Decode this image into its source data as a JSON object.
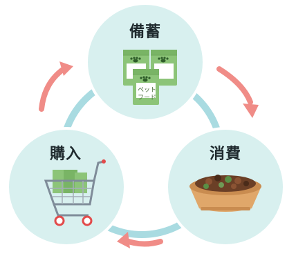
{
  "nodes": {
    "stockpile": {
      "label": "備蓄"
    },
    "consume": {
      "label": "消費"
    },
    "purchase": {
      "label": "購入"
    }
  },
  "bag": {
    "line1": "ペット",
    "line2": "フード"
  },
  "colors": {
    "circle_fill": "#d8f0ef",
    "ring": "#a9dbe1",
    "arrow": "#f08c87",
    "bag": "#8cc478",
    "bag_dark": "#6fa85c",
    "bowl": "#e0a76a"
  },
  "icons": [
    "pet-food-bags-icon",
    "food-bowl-icon",
    "shopping-cart-icon",
    "cycle-arrow-icon"
  ]
}
